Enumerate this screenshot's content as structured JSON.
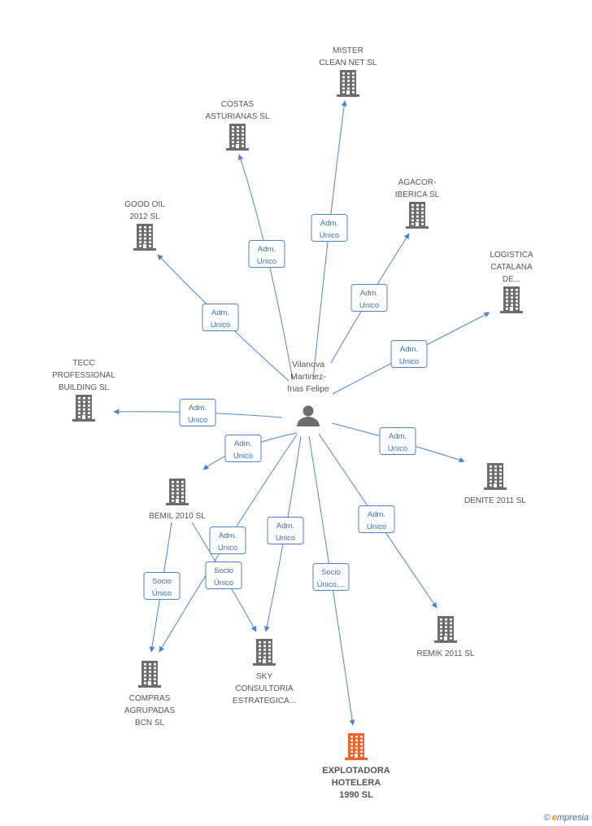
{
  "center": {
    "label_lines": [
      "Vilanova",
      "Martinez-",
      "frias Felipe"
    ],
    "icon": "person-icon"
  },
  "colors": {
    "edge": "#4a86d4",
    "company_icon": "#6d6d6d",
    "main_company_icon": "#f0612d",
    "label_text": "#555555"
  },
  "companies": [
    {
      "id": "mister",
      "label_lines": [
        "MISTER",
        "CLEAN NET SL"
      ],
      "main": false
    },
    {
      "id": "costas",
      "label_lines": [
        "COSTAS",
        "ASTURIANAS SL"
      ],
      "main": false
    },
    {
      "id": "agacor",
      "label_lines": [
        "AGACOR-",
        "IBERICA  SL"
      ],
      "main": false
    },
    {
      "id": "goodoil",
      "label_lines": [
        "GOOD OIL",
        "2012 SL"
      ],
      "main": false
    },
    {
      "id": "logistica",
      "label_lines": [
        "LOGISTICA",
        "CATALANA",
        "DE..."
      ],
      "main": false
    },
    {
      "id": "tecc",
      "label_lines": [
        "TECC",
        "PROFESSIONAL",
        "BUILDING SL"
      ],
      "main": false
    },
    {
      "id": "denite",
      "label_lines": [
        "DENITE 2011 SL"
      ],
      "main": false
    },
    {
      "id": "bemil",
      "label_lines": [
        "BEMIL 2010 SL"
      ],
      "main": false
    },
    {
      "id": "remik",
      "label_lines": [
        "REMIK 2011 SL"
      ],
      "main": false
    },
    {
      "id": "sky",
      "label_lines": [
        "SKY",
        "CONSULTORIA",
        "ESTRATEGICA..."
      ],
      "main": false
    },
    {
      "id": "compras",
      "label_lines": [
        "COMPRAS",
        "AGRUPADAS",
        "BCN SL"
      ],
      "main": false
    },
    {
      "id": "explotadora",
      "label_lines": [
        "EXPLOTADORA",
        "HOTELERA",
        "1990 SL"
      ],
      "main": true
    }
  ],
  "edges": [
    {
      "from": "person",
      "to": "mister",
      "label_lines": [
        "Adm.",
        "Unico"
      ]
    },
    {
      "from": "person",
      "to": "costas",
      "label_lines": [
        "Adm.",
        "Unico"
      ]
    },
    {
      "from": "person",
      "to": "agacor",
      "label_lines": [
        "Adm.",
        "Unico"
      ]
    },
    {
      "from": "person",
      "to": "goodoil",
      "label_lines": [
        "Adm.",
        "Unico"
      ]
    },
    {
      "from": "person",
      "to": "logistica",
      "label_lines": [
        "Adm.",
        "Unico"
      ]
    },
    {
      "from": "person",
      "to": "tecc",
      "label_lines": [
        "Adm.",
        "Unico"
      ]
    },
    {
      "from": "person",
      "to": "denite",
      "label_lines": [
        "Adm.",
        "Unico"
      ]
    },
    {
      "from": "person",
      "to": "bemil",
      "label_lines": [
        "Adm.",
        "Unico"
      ]
    },
    {
      "from": "person",
      "to": "remik",
      "label_lines": [
        "Adm.",
        "Unico"
      ]
    },
    {
      "from": "person",
      "to": "sky",
      "label_lines": [
        "Adm.",
        "Unico"
      ]
    },
    {
      "from": "person",
      "to": "compras",
      "label_lines": [
        "Adm.",
        "Unico"
      ]
    },
    {
      "from": "person",
      "to": "explotadora",
      "label_lines": [
        "Socio",
        "Único,..."
      ]
    },
    {
      "from": "bemil",
      "to": "compras",
      "label_lines": [
        "Socio",
        "Único"
      ]
    },
    {
      "from": "bemil",
      "to": "sky",
      "label_lines": [
        "Socio",
        "Único"
      ]
    }
  ],
  "brand": {
    "copyright": "©",
    "e": "e",
    "rest": "mpresia"
  }
}
